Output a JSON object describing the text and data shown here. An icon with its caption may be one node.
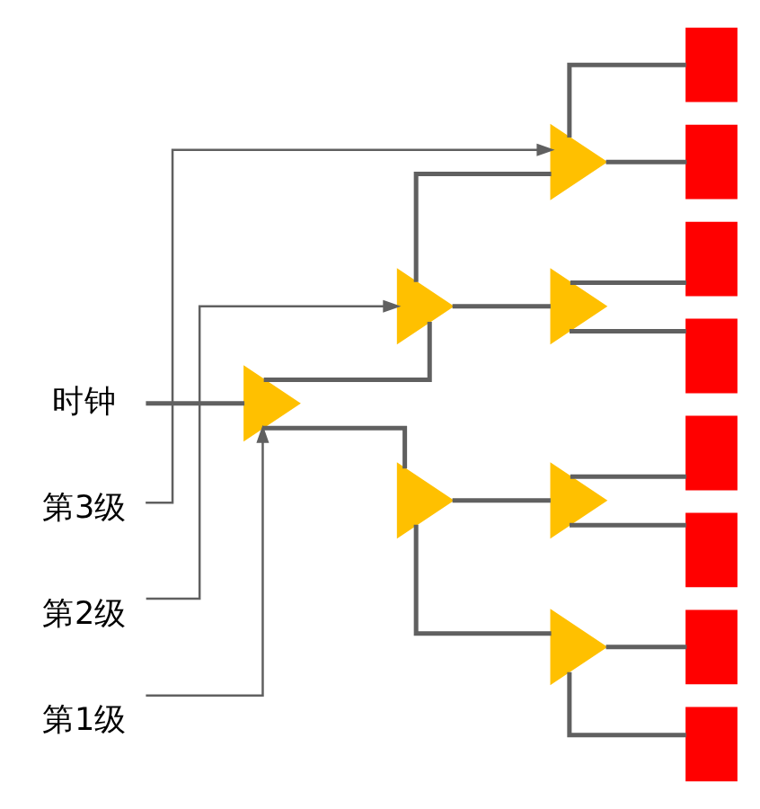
{
  "diagram": {
    "nodes": [
      {
        "text": [
          "时钟"
        ]
      },
      {
        "text": [],
        "shape": "triangle"
      },
      {
        "text": [],
        "shape": "triangle"
      },
      {
        "text": [],
        "shape": "triangle"
      },
      {
        "text": [],
        "shape": "triangle"
      },
      {
        "text": [],
        "shape": "triangle"
      },
      {
        "text": [],
        "shape": "triangle"
      },
      {
        "text": [],
        "shape": "triangle"
      },
      {
        "text": [],
        "shape": "box"
      },
      {
        "text": [],
        "shape": "box"
      },
      {
        "text": [],
        "shape": "box"
      },
      {
        "text": [],
        "shape": "box"
      },
      {
        "text": [],
        "shape": "box"
      },
      {
        "text": [],
        "shape": "box"
      },
      {
        "text": [],
        "shape": "box"
      },
      {
        "text": [],
        "shape": "box"
      },
      {
        "text": [
          "第1级"
        ]
      },
      {
        "text": [
          "第2级"
        ]
      },
      {
        "text": [
          "第3级"
        ]
      }
    ],
    "edges": [
      {
        "from": 0,
        "to": 1,
        "arrow": "none"
      },
      {
        "from": 1,
        "to": 2,
        "arrow": "none"
      },
      {
        "from": 1,
        "to": 3,
        "arrow": "none"
      },
      {
        "from": 2,
        "to": 4,
        "arrow": "none"
      },
      {
        "from": 2,
        "to": 5,
        "arrow": "none"
      },
      {
        "from": 3,
        "to": 6,
        "arrow": "none"
      },
      {
        "from": 3,
        "to": 7,
        "arrow": "none"
      },
      {
        "from": 4,
        "to": 8,
        "arrow": "none"
      },
      {
        "from": 4,
        "to": 9,
        "arrow": "none"
      },
      {
        "from": 5,
        "to": 10,
        "arrow": "none"
      },
      {
        "from": 5,
        "to": 11,
        "arrow": "none"
      },
      {
        "from": 6,
        "to": 12,
        "arrow": "none"
      },
      {
        "from": 6,
        "to": 13,
        "arrow": "none"
      },
      {
        "from": 7,
        "to": 14,
        "arrow": "none"
      },
      {
        "from": 7,
        "to": 15,
        "arrow": "none"
      },
      {
        "from": 16,
        "to": 1,
        "arrow": "to"
      },
      {
        "from": 17,
        "to": 2,
        "arrow": "to"
      },
      {
        "from": 18,
        "to": 4,
        "arrow": "to"
      }
    ]
  }
}
